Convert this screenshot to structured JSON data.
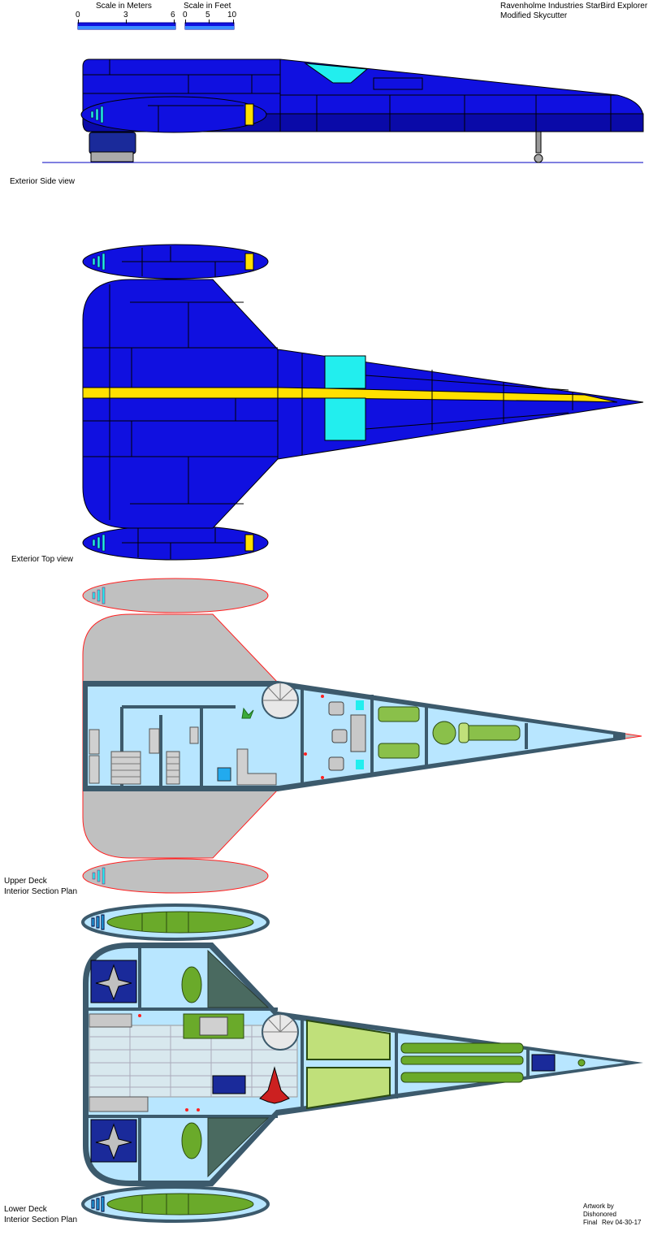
{
  "header": {
    "scale_meters_label": "Scale in Meters",
    "scale_meters_ticks": [
      "0",
      "3",
      "6"
    ],
    "scale_feet_label": "Scale in Feet",
    "scale_feet_ticks": [
      "0",
      "5",
      "10"
    ],
    "title_line1": "Ravenholme Industries StarBird Explorer",
    "title_line2": "Modified Skycutter"
  },
  "views": {
    "side": "Exterior Side view",
    "top": "Exterior Top view",
    "upper_line1": "Upper Deck",
    "upper_line2": "Interior Section Plan",
    "lower_line1": "Lower Deck",
    "lower_line2": "Interior Section Plan"
  },
  "credits": {
    "line1": "Artwork by",
    "line2": "Dishonored",
    "line3": "Final",
    "line4": "Rev 04-30-17"
  },
  "colors": {
    "hull": "#1010e0",
    "hull_dark": "#0a0aa8",
    "stripe": "#ffe000",
    "canopy": "#22eeee",
    "interior": "#b8e6ff",
    "wall": "#3c5a6c",
    "plan_grey": "#c0c0c0",
    "plan_outline": "#ff2020",
    "equipment_green": "#6aaa2a"
  }
}
